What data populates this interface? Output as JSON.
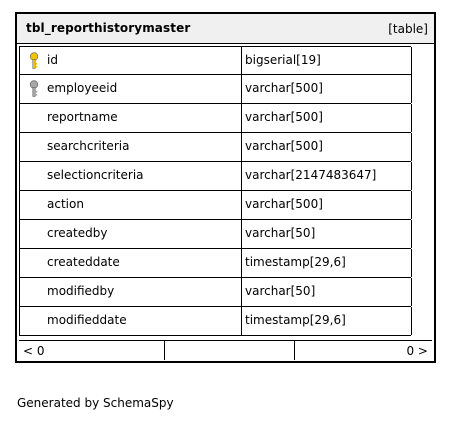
{
  "table": {
    "name": "tbl_reporthistorymaster",
    "kind": "[table]",
    "columns": [
      {
        "name": "id",
        "type": "bigserial[19]",
        "key": "primary",
        "key_color": "#f2c400"
      },
      {
        "name": "employeeid",
        "type": "varchar[500]",
        "key": "foreign",
        "key_color": "#a8a8a8"
      },
      {
        "name": "reportname",
        "type": "varchar[500]",
        "key": ""
      },
      {
        "name": "searchcriteria",
        "type": "varchar[500]",
        "key": ""
      },
      {
        "name": "selectioncriteria",
        "type": "varchar[2147483647]",
        "key": ""
      },
      {
        "name": "action",
        "type": "varchar[500]",
        "key": ""
      },
      {
        "name": "createdby",
        "type": "varchar[50]",
        "key": ""
      },
      {
        "name": "createddate",
        "type": "timestamp[29,6]",
        "key": ""
      },
      {
        "name": "modifiedby",
        "type": "varchar[50]",
        "key": ""
      },
      {
        "name": "modifieddate",
        "type": "timestamp[29,6]",
        "key": ""
      }
    ],
    "footer": {
      "left": "< 0",
      "right": "0 >"
    }
  },
  "credit": "Generated by SchemaSpy"
}
